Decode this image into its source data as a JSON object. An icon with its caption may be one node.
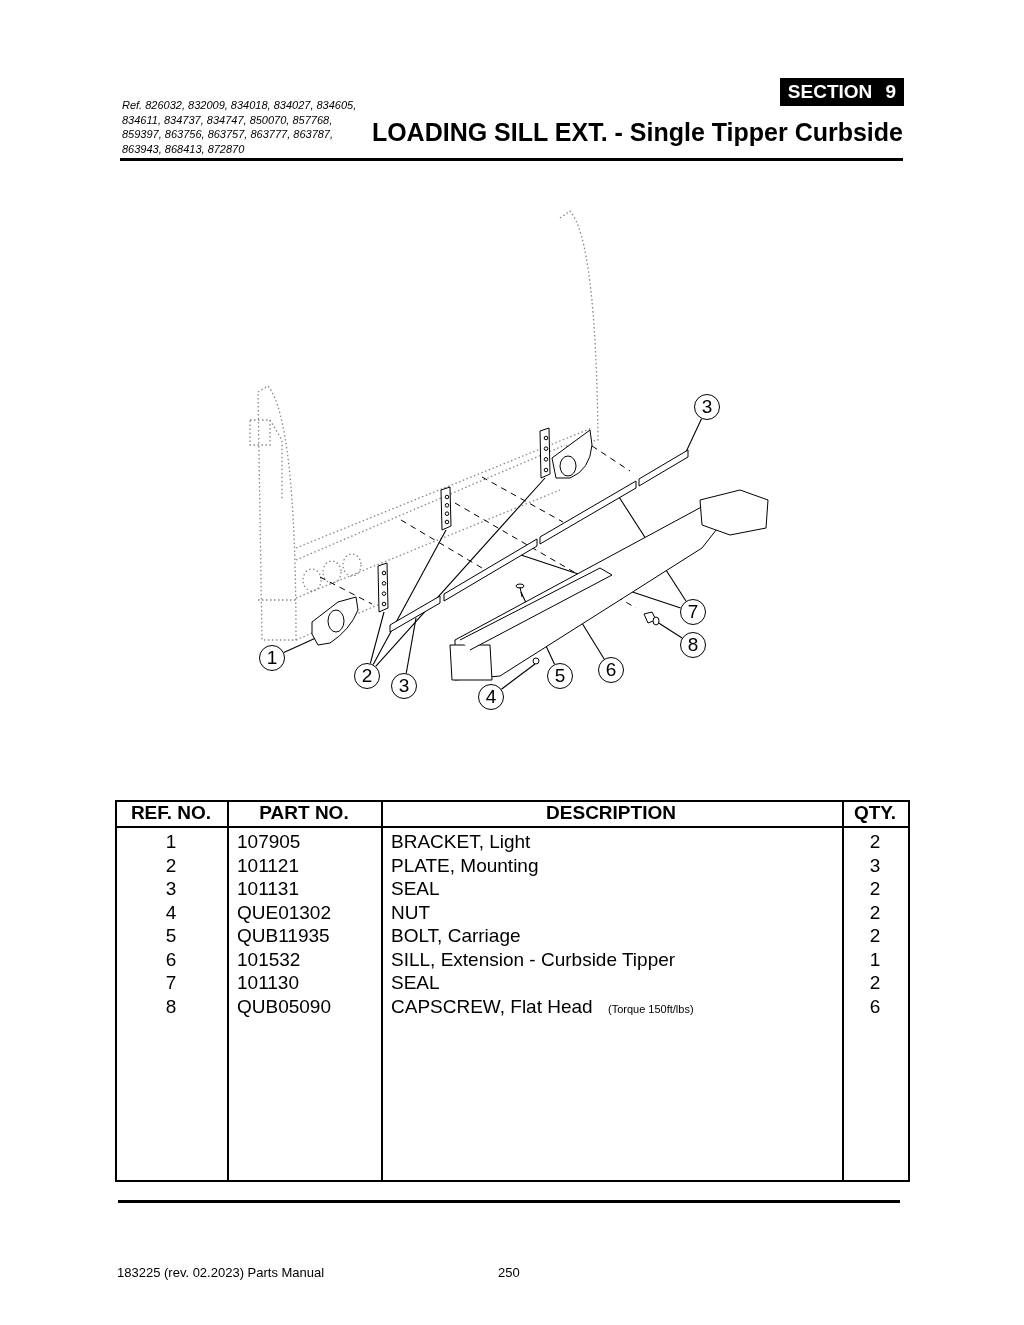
{
  "diagram": {
    "title": "LOADING SILL EXT. - Single Tipper Curbside",
    "nodes": [
      {
        "text": [
          "3"
        ]
      },
      {
        "text": [
          "1"
        ]
      },
      {
        "text": [
          "2"
        ]
      },
      {
        "text": [
          "3"
        ]
      },
      {
        "text": [
          "4"
        ]
      },
      {
        "text": [
          "5"
        ]
      },
      {
        "text": [
          "6"
        ]
      },
      {
        "text": [
          "7"
        ]
      },
      {
        "text": [
          "8"
        ]
      },
      {
        "text": [],
        "shape": "picture"
      },
      {
        "text": [],
        "shape": "picture"
      },
      {
        "text": [],
        "shape": "bar"
      },
      {
        "text": [],
        "shape": "picture"
      },
      {
        "text": [],
        "shape": "bar"
      },
      {
        "text": [],
        "shape": "picture"
      },
      {
        "text": [],
        "shape": "picture"
      },
      {
        "text": [],
        "shape": "circle"
      },
      {
        "text": [],
        "shape": "picture"
      },
      {
        "text": [],
        "shape": "bar"
      },
      {
        "text": [],
        "shape": "bar"
      },
      {
        "text": [],
        "shape": "picture"
      }
    ],
    "edges": [
      {
        "from": 0,
        "to": 19,
        "arrow": "none"
      },
      {
        "from": 1,
        "to": 9,
        "arrow": "none"
      },
      {
        "from": 2,
        "to": 10,
        "arrow": "none"
      },
      {
        "from": 2,
        "to": 12,
        "arrow": "none"
      },
      {
        "from": 2,
        "to": 17,
        "arrow": "none"
      },
      {
        "from": 3,
        "to": 11,
        "arrow": "none"
      },
      {
        "from": 4,
        "to": 16,
        "arrow": "none"
      },
      {
        "from": 5,
        "to": 15,
        "arrow": "none"
      },
      {
        "from": 6,
        "to": 14,
        "arrow": "none"
      },
      {
        "from": 7,
        "to": 13,
        "arrow": "none"
      },
      {
        "from": 7,
        "to": 18,
        "arrow": "none"
      },
      {
        "from": 8,
        "to": 20,
        "arrow": "none"
      }
    ],
    "labels": [
      "SECTION 9",
      "Ref. 826032, 832009, 834018, 834027, 834605, 834611, 834737, 834747, 850070, 857768, 859397, 863756, 863757, 863777, 863787, 863943, 868413, 872870",
      "REF. NO.",
      "PART NO.",
      "DESCRIPTION",
      "QTY.",
      "1",
      "107905",
      "BRACKET, Light",
      "2",
      "2",
      "101121",
      "PLATE, Mounting",
      "3",
      "3",
      "101131",
      "SEAL",
      "2",
      "4",
      "QUE01302",
      "NUT",
      "2",
      "5",
      "QUB11935",
      "BOLT, Carriage",
      "2",
      "6",
      "101532",
      "SILL, Extension - Curbside Tipper",
      "1",
      "7",
      "101130",
      "SEAL",
      "2",
      "8",
      "QUB05090",
      "CAPSCREW, Flat Head",
      "(Torque 150ft/lbs)",
      "6",
      "183225  (rev. 02.2023) Parts Manual",
      "250"
    ]
  }
}
